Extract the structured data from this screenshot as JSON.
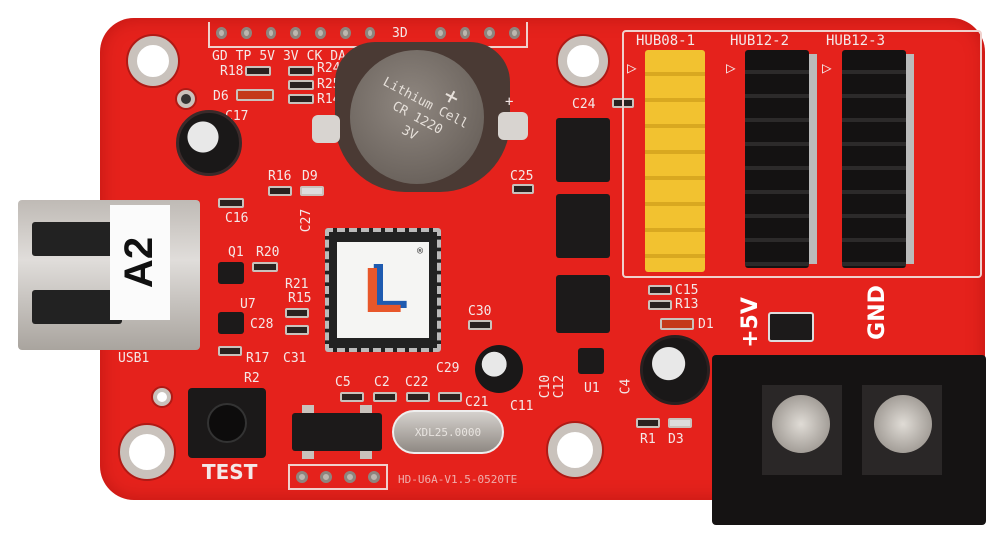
{
  "silkscreen": {
    "header_pins": [
      "GD",
      "TP",
      "5V",
      "3V",
      "CK",
      "DA"
    ],
    "header_right": "3D",
    "resistors": [
      "R18",
      "R24",
      "R25",
      "R14",
      "R16",
      "D9",
      "D6",
      "C17",
      "C16",
      "C27",
      "Q1",
      "R20",
      "R21",
      "R15",
      "U7",
      "C28",
      "R17",
      "C31",
      "R2",
      "C24",
      "C25",
      "C30",
      "C15",
      "R13",
      "D1",
      "C5",
      "C2",
      "C22",
      "C29",
      "C21",
      "C11",
      "C10",
      "C12",
      "U1",
      "C4",
      "R1",
      "D3"
    ],
    "usb_label": "USB1",
    "button_label": "TEST",
    "plus_sign": "+",
    "hub_labels": [
      "HUB08-1",
      "HUB12-2",
      "HUB12-3"
    ],
    "power_plus": "+5V",
    "power_gnd": "GND",
    "bottom_text": "HD-U6A-V1.5-0520TE"
  },
  "battery": {
    "line1": "Lithium Cell",
    "line2": "CR 1220",
    "line3": "3V",
    "mark": "+"
  },
  "usb_tag": "A2",
  "crystal": "XDL25.0000",
  "chip_logo": "L",
  "chip_mark": "®",
  "colors": {
    "board": "#e5221c",
    "silk": "#f4e8e8",
    "hub08_header": "#f2c230",
    "hub12_header": "#141212",
    "terminal": "#151313"
  }
}
